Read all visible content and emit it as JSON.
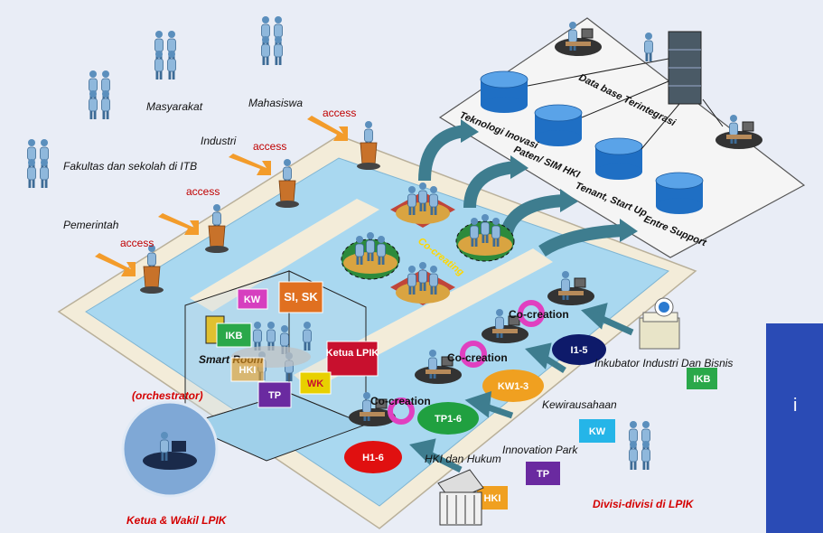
{
  "groups": {
    "masyarakat": "Masyarakat",
    "mahasiswa": "Mahasiswa",
    "industri": "Industri",
    "fakultas": "Fakultas dan sekolah di ITB",
    "pemerintah": "Pemerintah"
  },
  "access_label": "access",
  "database": {
    "title": "Data base Terintegrasi",
    "teknologi": "Teknologi Inovasi",
    "paten": "Paten/ SIM HKI",
    "tenant": "Tenant, Start Up",
    "entre": "Entre Support"
  },
  "co_creating": "Co-creating",
  "co_creation": "Co-creation",
  "smart_room": "Smart Room",
  "orchestrator": "(orchestrator)",
  "ketua_wakil": "Ketua & Wakil  LPIK",
  "room_tags": {
    "kw": "KW",
    "si_sk": "SI, SK",
    "ikb": "IKB",
    "ketua_lpik": "Ketua LPIK",
    "hki": "HKI",
    "wk": "WK",
    "tp": "TP"
  },
  "units": {
    "i1_5": "I1-5",
    "kw1_3": "KW1-3",
    "tp1_6": "TP1-6",
    "h1_6": "H1-6"
  },
  "divisions": {
    "inkubator": "Inkubator Industri Dan Bisnis",
    "kewirausahaan": "Kewirausahaan",
    "innovation_park": "Innovation Park",
    "hki_hukum": "HKI dan Hukum",
    "divisi_lpik": "Divisi-divisi di LPIK"
  },
  "side_tags": {
    "ikb": "IKB",
    "kw": "KW",
    "tp": "TP",
    "hki": "HKI"
  },
  "side_panel_text": "i",
  "colors": {
    "floor": "#a9d8f0",
    "frame": "#f3ecd9",
    "kw": "#d63fbf",
    "sisk": "#e07020",
    "ikb": "#2aa84a",
    "ketua": "#c8102e",
    "wk": "#e8d000",
    "tp": "#6a2aa0",
    "hki": "#f0a020",
    "cycle": "#e040c0",
    "arrow": "#3e7d8f"
  }
}
